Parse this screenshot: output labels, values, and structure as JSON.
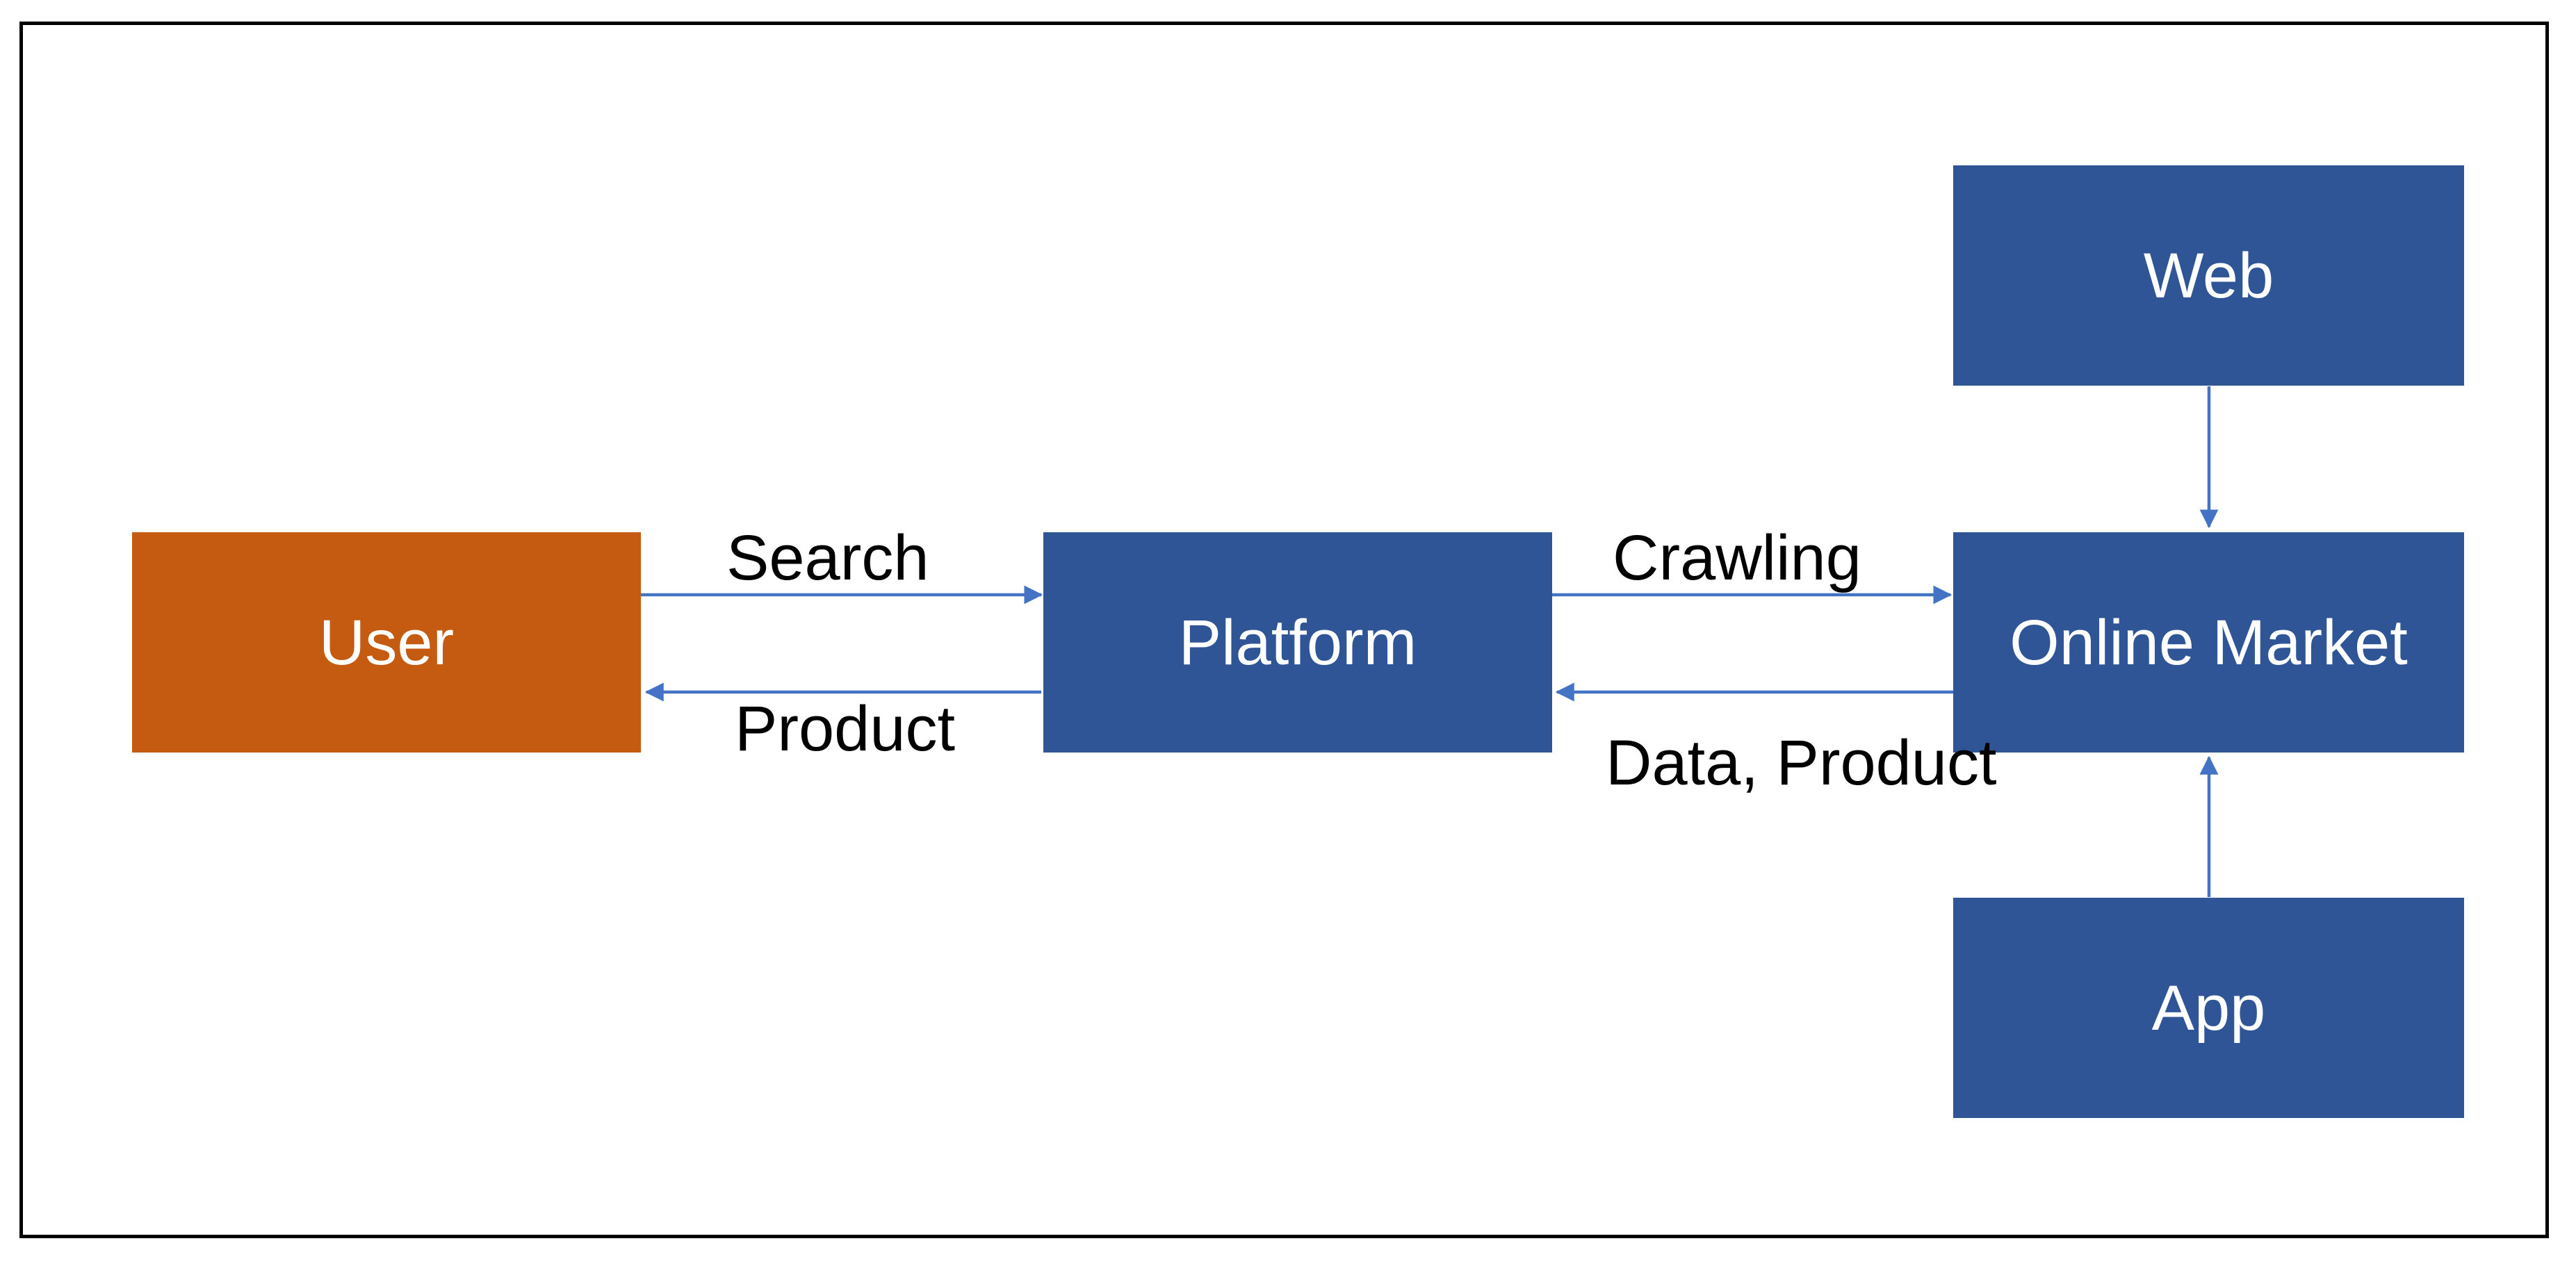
{
  "colors": {
    "user_fill": "#C55A11",
    "node_fill": "#2F5597",
    "arrow": "#4472C4",
    "frame": "#000000",
    "node_text": "#FFFFFF",
    "label_text": "#000000"
  },
  "nodes": {
    "user": "User",
    "platform": "Platform",
    "online_market": "Online Market",
    "web": "Web",
    "app": "App"
  },
  "edges": {
    "search": "Search",
    "product": "Product",
    "crawling": "Crawling",
    "data_product": "Data, Product"
  }
}
